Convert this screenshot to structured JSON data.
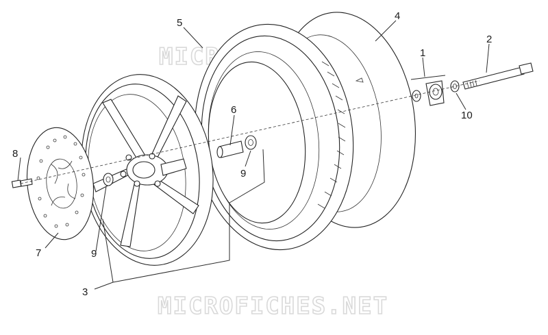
{
  "watermark": {
    "top": "MICROFICHES.NET",
    "bottom": "MICROFICHES.NET"
  },
  "callouts": {
    "c1": "1",
    "c2": "2",
    "c3": "3",
    "c4": "4",
    "c5": "5",
    "c6": "6",
    "c7": "7",
    "c8": "8",
    "c9a": "9",
    "c9b": "9",
    "c10": "10"
  }
}
